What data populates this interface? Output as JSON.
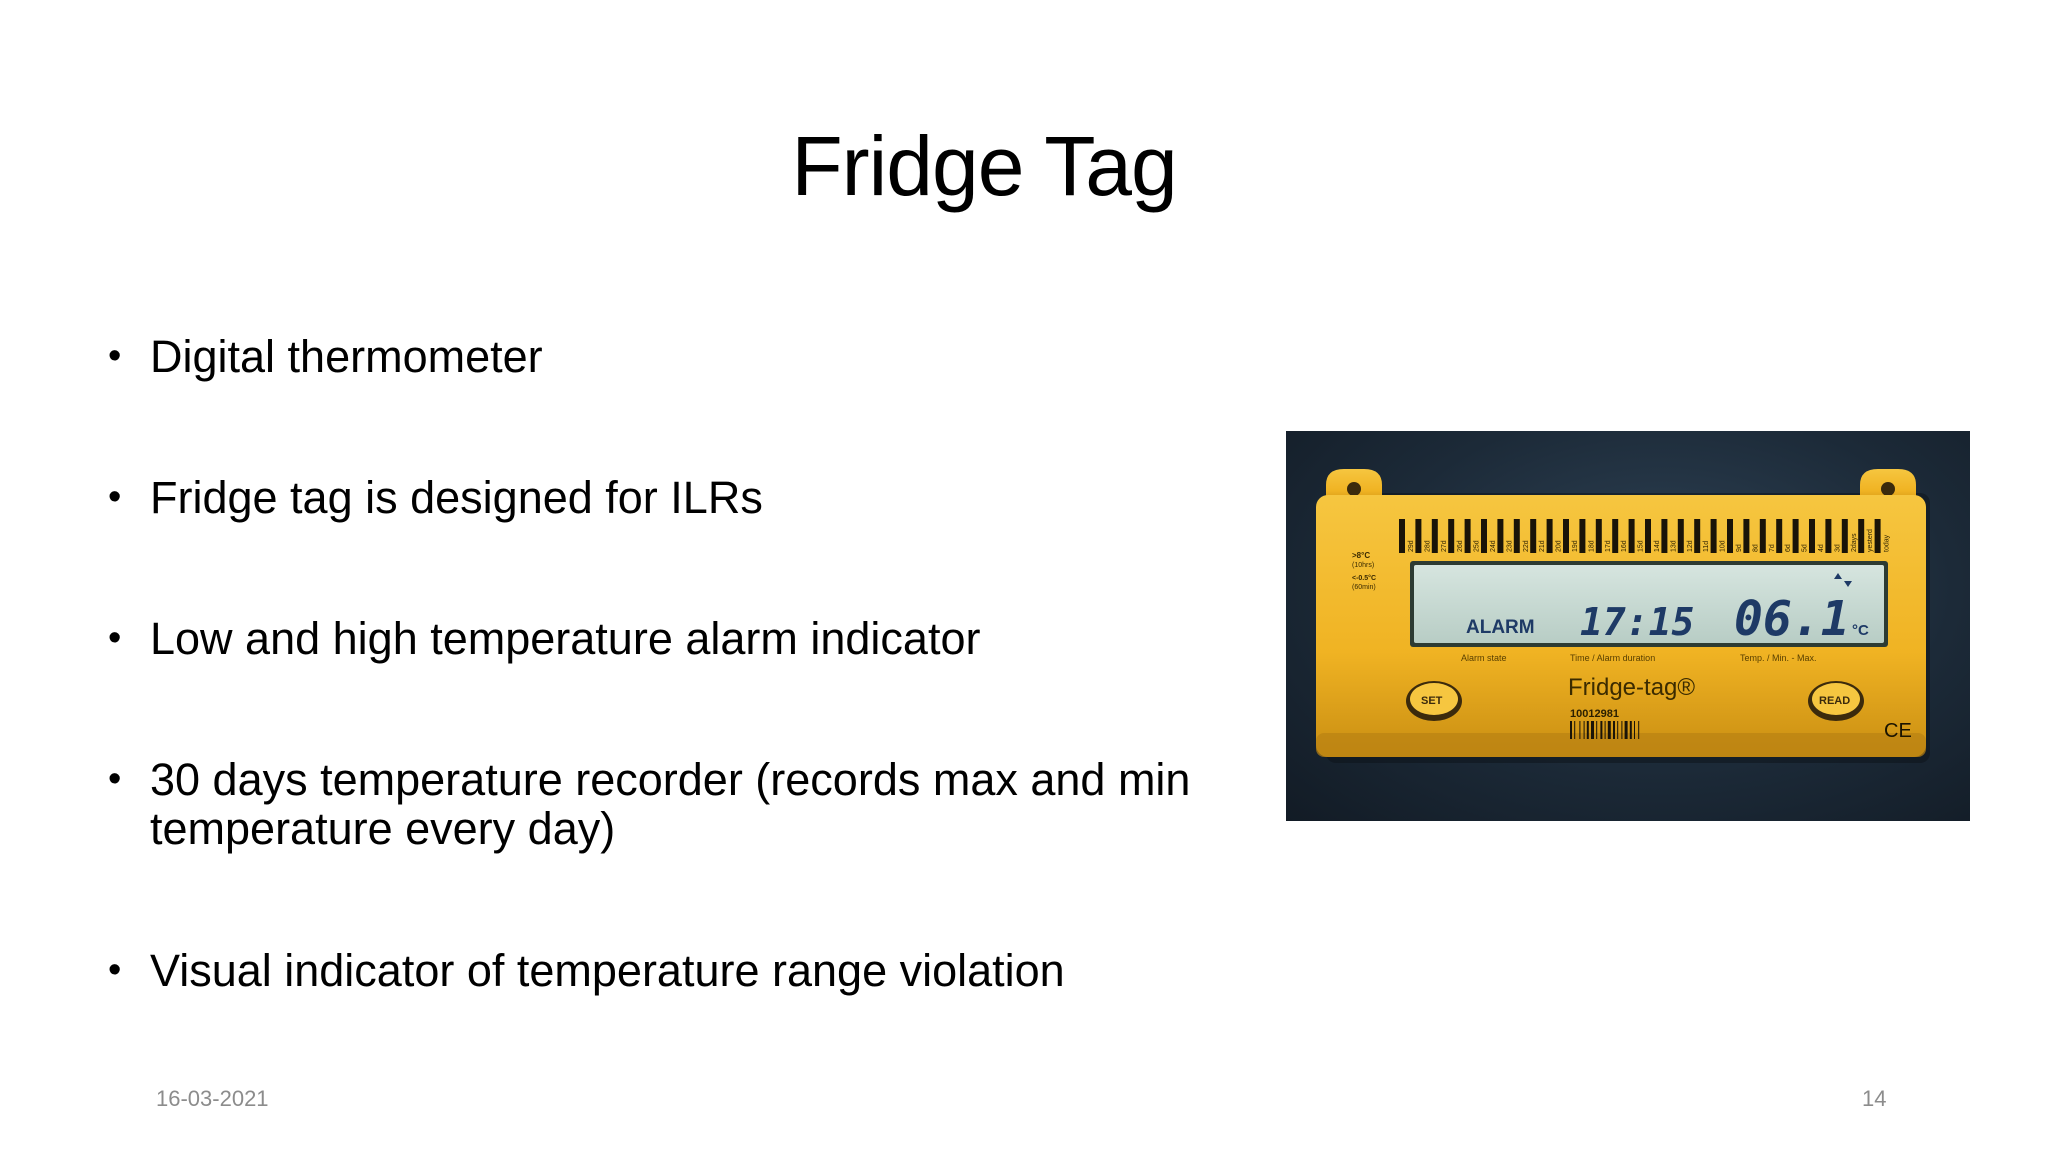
{
  "slide": {
    "title": "Fridge Tag",
    "bullets": [
      "Digital thermometer",
      "Fridge tag is designed for ILRs",
      "Low and high temperature alarm indicator",
      "30 days temperature recorder (records max and min temperature every day)",
      "Visual indicator of temperature range violation"
    ],
    "footer": {
      "date": "16-03-2021",
      "page": "14"
    }
  },
  "device": {
    "brand": "Fridge-tag®",
    "serial": "10012981",
    "display": {
      "alarm": "ALARM",
      "time": "17:15",
      "temp": "06.1",
      "unit": "°C"
    },
    "captions": {
      "alarm_state": "Alarm state",
      "time_alarm": "Time / Alarm duration",
      "temp_minmax": "Temp. / Min. - Max."
    },
    "side_labels": {
      "high": ">8°C",
      "high_dur": "(10hrs)",
      "low": "<-0.5°C",
      "low_dur": "(60min)"
    },
    "buttons": {
      "set": "SET",
      "read": "READ"
    },
    "ce_mark": "CE",
    "day_labels": [
      "29d",
      "28d",
      "27d",
      "26d",
      "25d",
      "24d",
      "23d",
      "22d",
      "21d",
      "20d",
      "19d",
      "18d",
      "17d",
      "16d",
      "15d",
      "14d",
      "13d",
      "12d",
      "11d",
      "10d",
      "9d",
      "8d",
      "7d",
      "6d",
      "5d",
      "4d",
      "3d",
      "2days",
      "yesterd",
      "today"
    ],
    "colors": {
      "body": "#f2b727",
      "body_dark": "#c98e12",
      "lcd": "#c9dbd4",
      "lcd_text": "#1e3a66",
      "background": "#1c2a38"
    }
  }
}
